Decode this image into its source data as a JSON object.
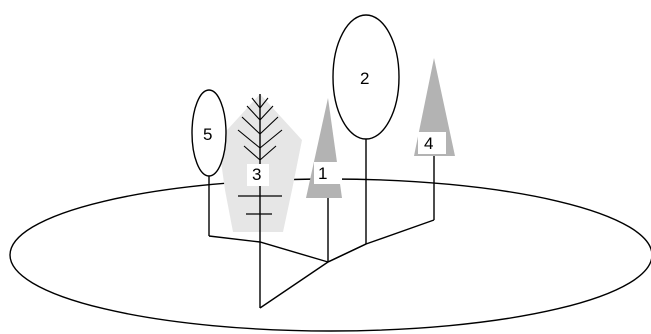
{
  "diagram": {
    "items": [
      {
        "id": "tree-1",
        "label": "1",
        "shape": "narrow-triangle"
      },
      {
        "id": "tree-2",
        "label": "2",
        "shape": "tall-ellipse"
      },
      {
        "id": "tree-3",
        "label": "3",
        "shape": "pentagon-leaf"
      },
      {
        "id": "tree-4",
        "label": "4",
        "shape": "narrow-triangle"
      },
      {
        "id": "tree-5",
        "label": "5",
        "shape": "small-ellipse"
      }
    ],
    "colors": {
      "stroke": "#000000",
      "triangle_fill": "#b3b3b3",
      "pentagon_fill": "#e6e6e6",
      "label_box": "#ffffff"
    }
  }
}
